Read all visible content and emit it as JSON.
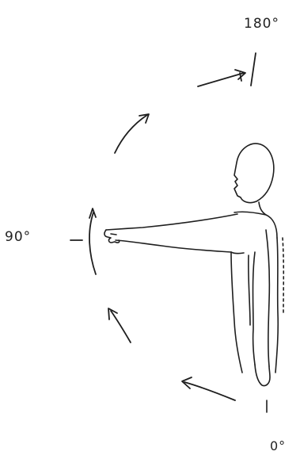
{
  "angles": {
    "top": "180°",
    "left": "90°",
    "bottom": "0°"
  },
  "colors": {
    "ink": "#1e1e1e",
    "paper": "#ffffff"
  }
}
